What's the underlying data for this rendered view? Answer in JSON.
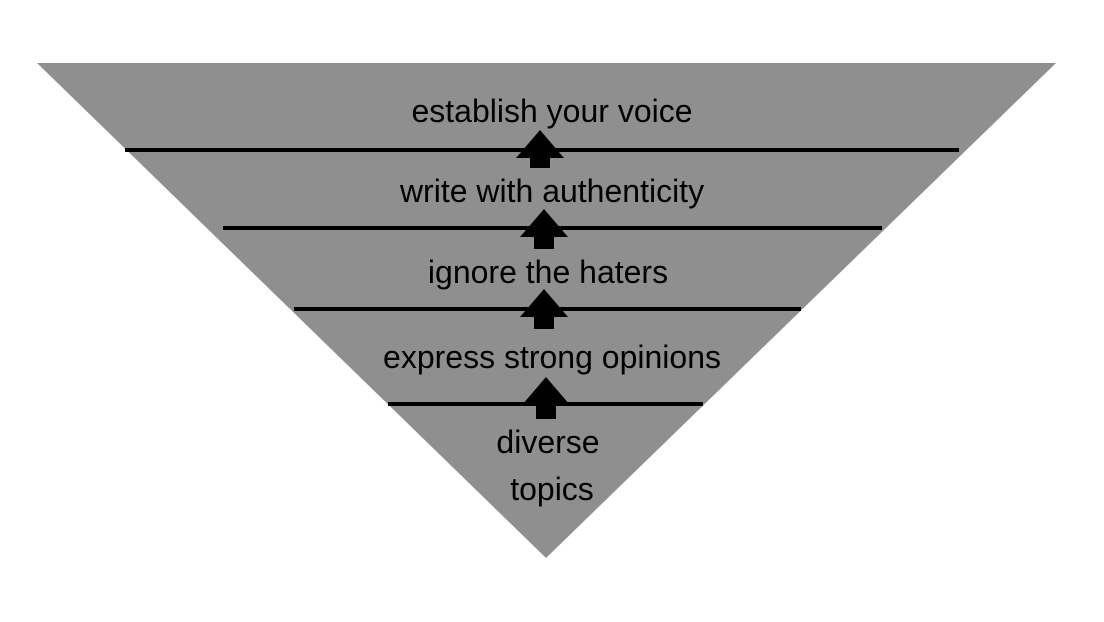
{
  "diagram": {
    "colors": {
      "triangle_fill": "#8f8f8f",
      "line": "#000000",
      "arrow": "#000000",
      "text": "#000000",
      "background": "#ffffff"
    },
    "layers": [
      {
        "label": "establish your voice"
      },
      {
        "label": "write with authenticity"
      },
      {
        "label": "ignore the haters"
      },
      {
        "label": "express strong opinions"
      },
      {
        "label_lines": [
          "diverse",
          "topics"
        ]
      }
    ],
    "arrow_icon": "arrow-up-icon",
    "arrow_count": 4
  }
}
